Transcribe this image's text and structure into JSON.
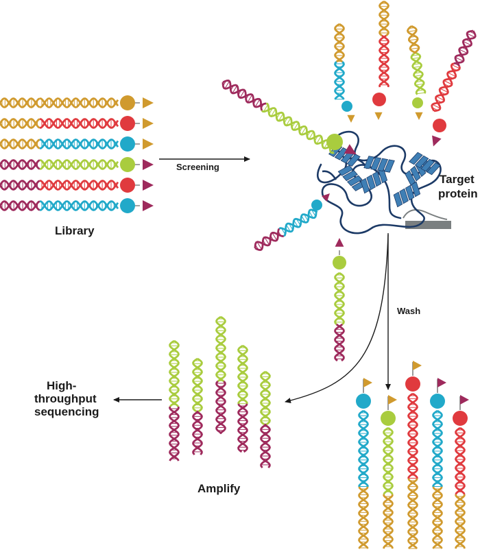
{
  "labels": {
    "library": "Library",
    "screening": "Screening",
    "target_protein": [
      "Target",
      "protein"
    ],
    "wash": "Wash",
    "amplify": "Amplify",
    "hts": [
      "High-",
      "throughput",
      "sequencing"
    ]
  },
  "colors": {
    "orange": "#d09a2e",
    "red": "#e03a3e",
    "cyan": "#21a9c9",
    "lime": "#a9cc3e",
    "magenta": "#9e2a5c",
    "protein_dark": "#1c3a66",
    "protein_helix": "#3f7fb5",
    "surface": "#7a7f80",
    "arrow": "#1a1a1a"
  },
  "glyphs": {
    "bead": "filled-circle",
    "tag": "filled-triangle"
  },
  "library_rows": [
    [
      "orange",
      "orange",
      "orange"
    ],
    [
      "orange",
      "red",
      "red"
    ],
    [
      "orange",
      "cyan",
      "cyan"
    ],
    [
      "magenta",
      "lime",
      "lime"
    ],
    [
      "magenta",
      "red",
      "red"
    ],
    [
      "magenta",
      "cyan",
      "cyan"
    ]
  ],
  "library_tags": [
    "orange",
    "orange",
    "orange",
    "magenta",
    "magenta",
    "magenta"
  ]
}
